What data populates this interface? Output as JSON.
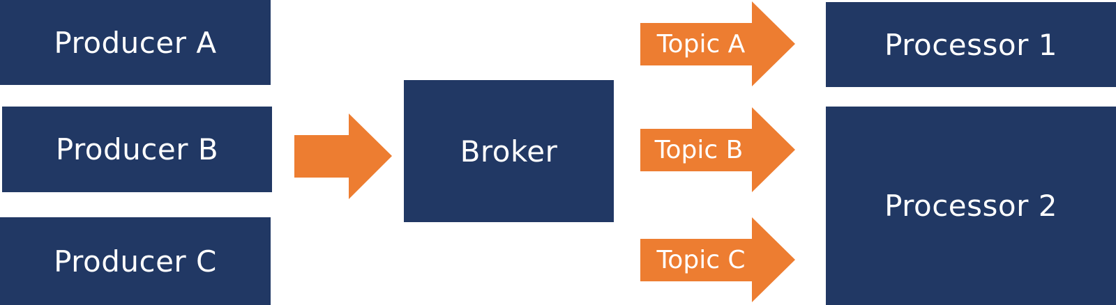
{
  "colors": {
    "box": "#213864",
    "arrow": "#ED7D31",
    "text": "#FFFFFF",
    "background": "#FFFFFF"
  },
  "producers": [
    {
      "label": "Producer A"
    },
    {
      "label": "Producer B"
    },
    {
      "label": "Producer C"
    }
  ],
  "broker": {
    "label": "Broker"
  },
  "topics": [
    {
      "label": "Topic A"
    },
    {
      "label": "Topic B"
    },
    {
      "label": "Topic C"
    }
  ],
  "processors": [
    {
      "label": "Processor 1"
    },
    {
      "label": "Processor 2"
    }
  ]
}
